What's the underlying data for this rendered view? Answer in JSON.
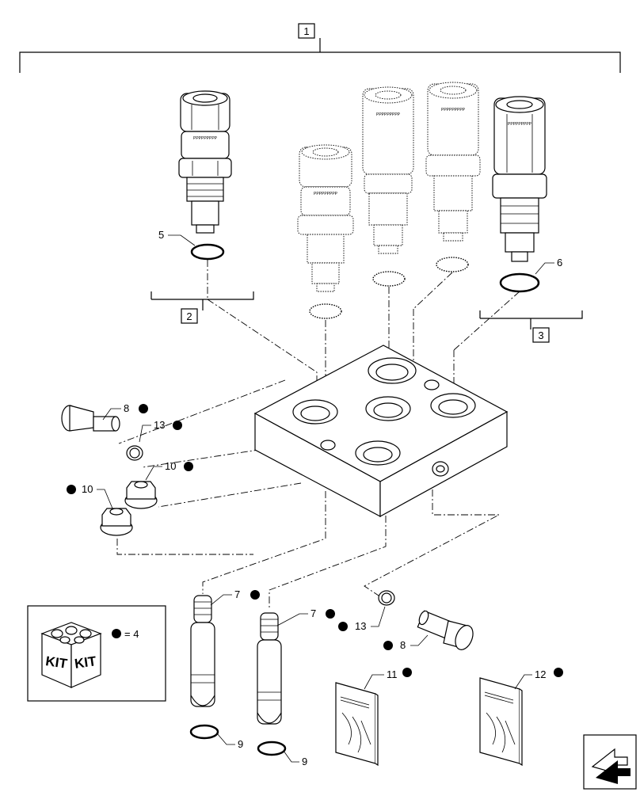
{
  "callouts": {
    "assembly": "1",
    "group_left": "2",
    "group_right": "3",
    "kit_qty": "4",
    "oring_left": "5",
    "oring_right": "6",
    "stud_a": "7",
    "stud_b": "7",
    "plug_left": "8",
    "plug_right": "8",
    "oring_stud_a": "9",
    "oring_stud_b": "9",
    "nut_a": "10",
    "nut_b": "10",
    "manual_a": "11",
    "manual_b": "12",
    "ring_left": "13",
    "ring_right": "13"
  },
  "kit_legend": {
    "box_text_1": "KIT",
    "box_text_2": "KIT",
    "equals": "= 4"
  },
  "nav": {
    "icon": "next-page-arrow-icon"
  }
}
